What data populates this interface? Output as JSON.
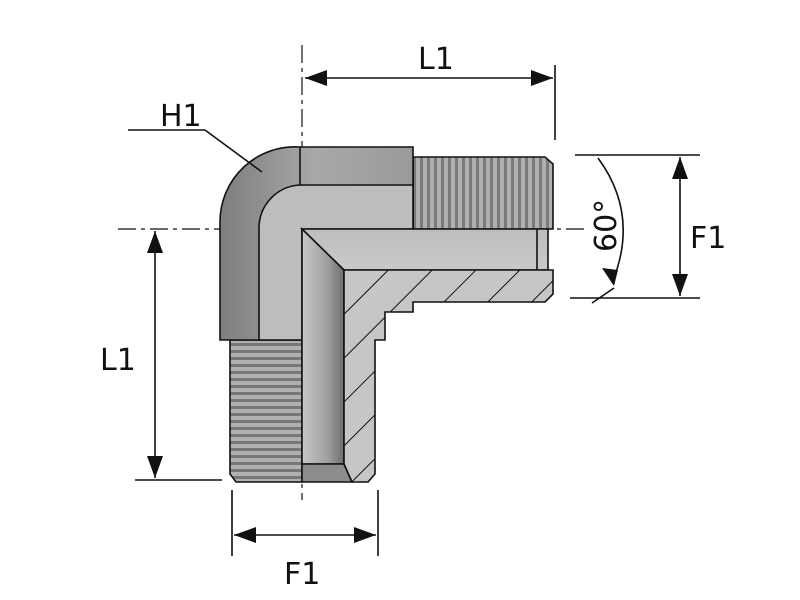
{
  "title": "90° elbow male-male fitting dimensional drawing",
  "labels": {
    "length_top": "L1",
    "length_left": "L1",
    "thread_bottom": "F1",
    "thread_right": "F1",
    "hex": "H1",
    "angle": "60°"
  },
  "colors": {
    "body_light": "#c4c4c4",
    "body_dark": "#8a8a8a",
    "outline": "#111111"
  }
}
